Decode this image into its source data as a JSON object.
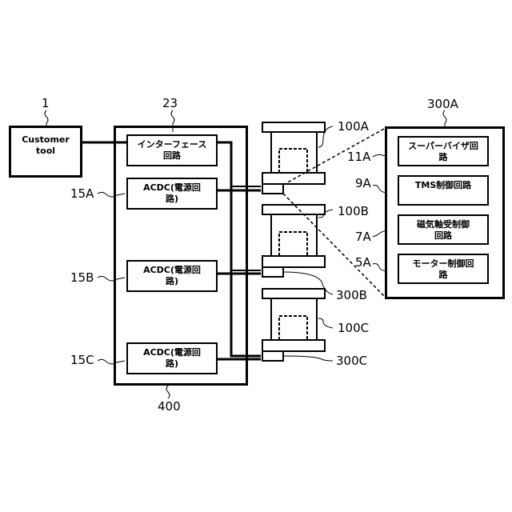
{
  "diagram": {
    "customer_tool": {
      "ref": "1",
      "label": "Customer\ntool"
    },
    "controller_400": {
      "ref": "400",
      "interface": {
        "ref": "23",
        "label": "インターフェース\n回路"
      },
      "power_circuits": [
        {
          "ref": "15A",
          "label": "ACDC(電源回\n路)"
        },
        {
          "ref": "15B",
          "label": "ACDC(電源回\n路)"
        },
        {
          "ref": "15C",
          "label": "ACDC(電源回\n路)"
        }
      ]
    },
    "units": [
      {
        "ref": "100A",
        "control_ref": "300A"
      },
      {
        "ref": "100B",
        "control_ref": "300B"
      },
      {
        "ref": "100C",
        "control_ref": "300C"
      }
    ],
    "detail_300A": {
      "ref": "300A",
      "blocks": [
        {
          "ref": "11A",
          "label": "スーパーバイザ回\n路"
        },
        {
          "ref": "9A",
          "label": "TMS制御回路"
        },
        {
          "ref": "7A",
          "label": "磁気軸受制御\n回路"
        },
        {
          "ref": "5A",
          "label": "モーター制御回\n路"
        }
      ]
    },
    "colors": {
      "line": "#000000",
      "background": "#ffffff"
    }
  }
}
